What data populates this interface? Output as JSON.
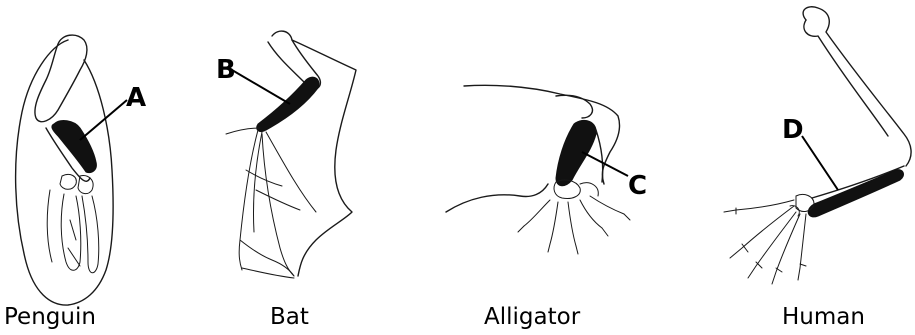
{
  "diagram": {
    "labels": {
      "a": "A",
      "b": "B",
      "c": "C",
      "d": "D"
    },
    "animals": {
      "penguin": "Penguin",
      "bat": "Bat",
      "alligator": "Alligator",
      "human": "Human"
    },
    "highlight_color": "#111111",
    "line_color": "#1a1a1a",
    "background": "#ffffff"
  }
}
